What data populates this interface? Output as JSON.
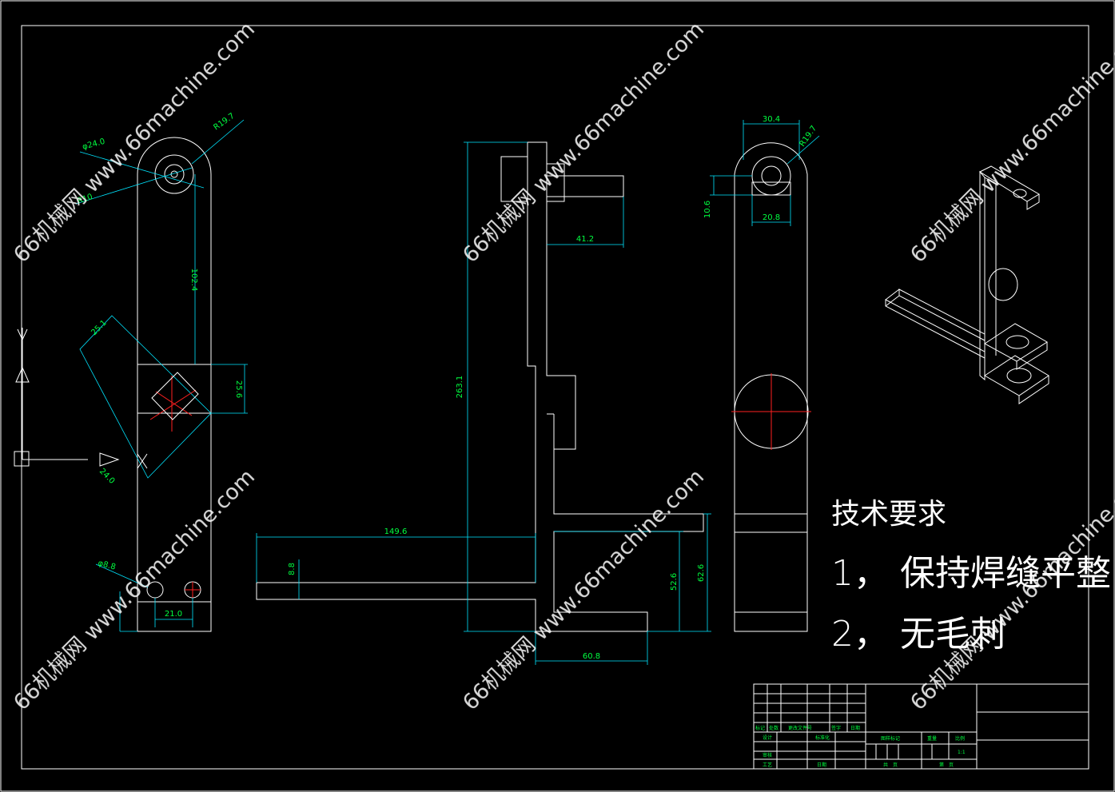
{
  "colors": {
    "background": "#000000",
    "geometry": "#ffffff",
    "dimension_line": "#00e5ff",
    "dimension_text": "#00ff40",
    "centerline": "#ff2020"
  },
  "dimensions": {
    "d_phi24": "φ24.0",
    "d_r197_front": "R19.7",
    "d_r10": "R10",
    "d_1024": "102.4",
    "d_251": "25.1",
    "d_256": "25.6",
    "d_240": "24.0",
    "d_phi88": "φ8.8",
    "d_210": "21.0",
    "d_2631": "263.1",
    "d_412": "41.2",
    "d_1496": "149.6",
    "d_88": "8.8",
    "d_526": "52.6",
    "d_626": "62.6",
    "d_608": "60.8",
    "d_304": "30.4",
    "d_r197_side": "R19.7",
    "d_106": "10.6",
    "d_208": "20.8"
  },
  "requirements": {
    "title": "技术要求",
    "item1": "1，  保持焊缝平整",
    "item2": "2，  无毛刺"
  },
  "title_block": {
    "c_mark": "标记",
    "c_count": "处数",
    "c_doc": "更改文件号",
    "c_sign": "签字",
    "c_date": "日期",
    "c_design": "设计",
    "c_std": "标准化",
    "c_check": "审核",
    "c_process": "工艺",
    "c_date2": "日期",
    "c_stage": "图样标记",
    "c_weight": "重量",
    "c_scale": "比例",
    "scale_value": "1:1",
    "c_sheets": "共　页",
    "c_sheet": "第　页"
  },
  "watermark": "66机械网 www.66machine.com"
}
